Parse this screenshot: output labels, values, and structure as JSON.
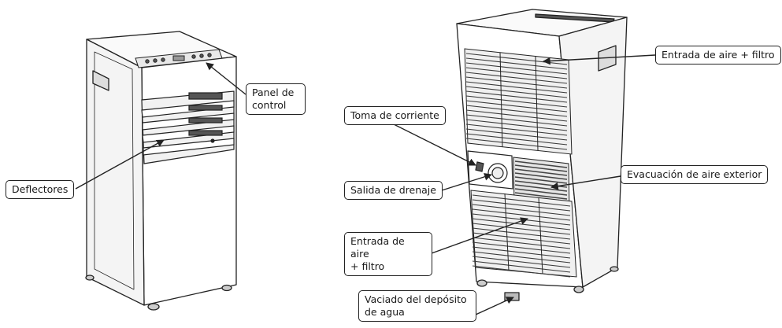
{
  "callouts": {
    "deflectores": "Deflectores",
    "panel_control": "Panel de\ncontrol",
    "toma_corriente": "Toma de corriente",
    "salida_drenaje": "Salida de drenaje",
    "entrada_aire_filtro_arriba": "Entrada de aire + filtro",
    "evacuacion_aire": "Evacuación de aire exterior",
    "entrada_aire_filtro_abajo": "Entrada de aire\n+ filtro",
    "vaciado_deposito": "Vaciado del depósito\nde agua"
  },
  "colors": {
    "line": "#222222",
    "body": "#ffffff",
    "grille": "#3a3a3a"
  }
}
